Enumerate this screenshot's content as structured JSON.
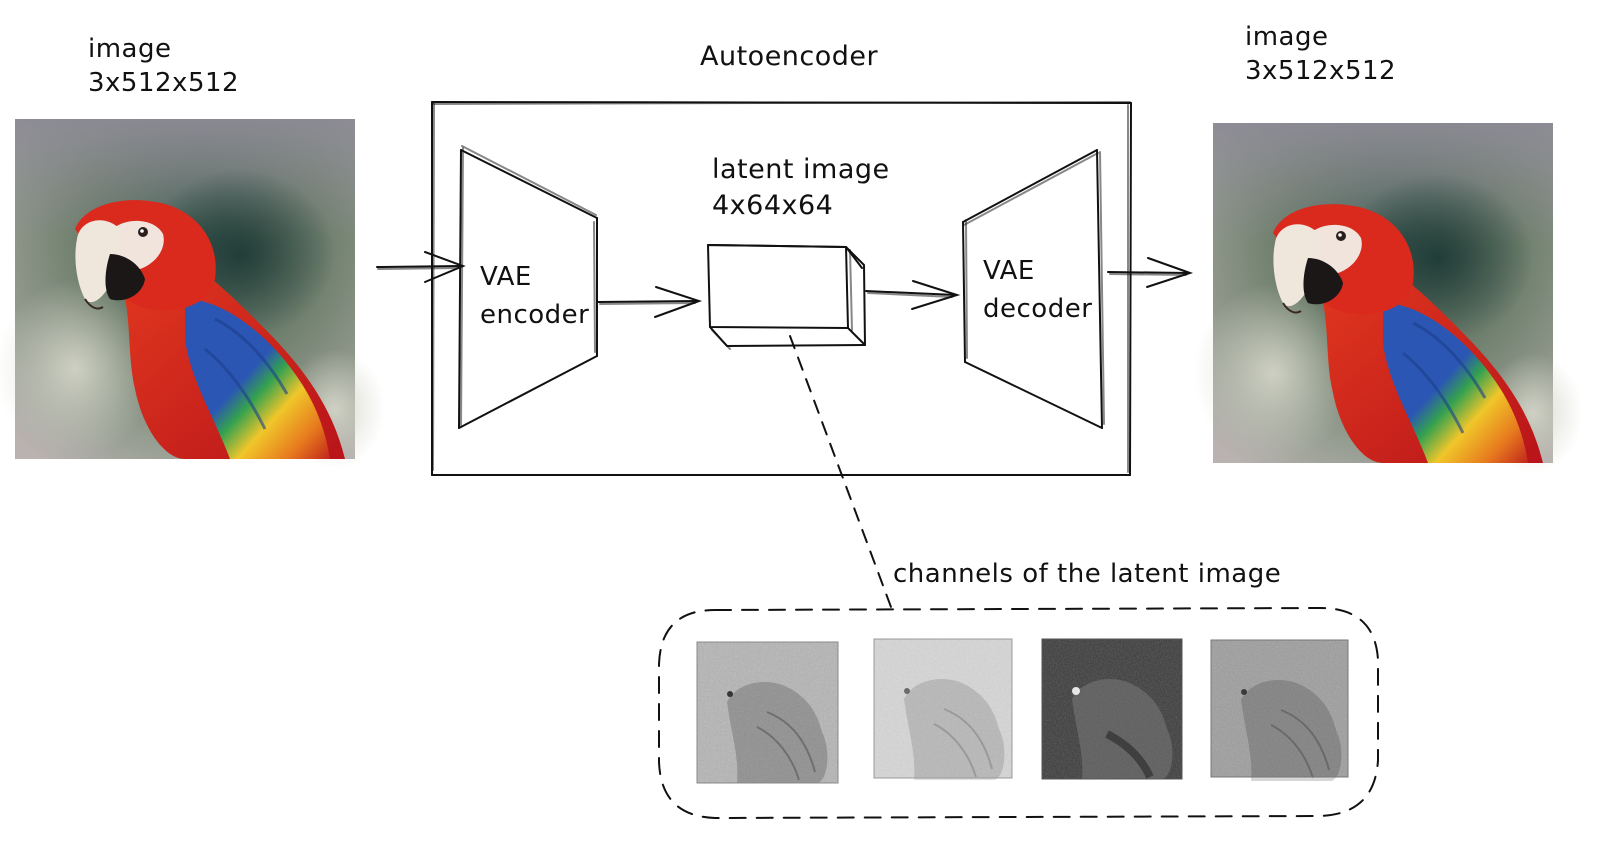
{
  "title": "Autoencoder",
  "input_image": {
    "label": "image",
    "dims": "3x512x512"
  },
  "output_image": {
    "label": "image",
    "dims": "3x512x512"
  },
  "encoder": {
    "line1": "VAE",
    "line2": "encoder"
  },
  "decoder": {
    "line1": "VAE",
    "line2": "decoder"
  },
  "latent": {
    "label": "latent image",
    "dims": "4x64x64"
  },
  "channels": {
    "label": "channels of the latent image",
    "count": 4
  },
  "colors": {
    "stroke": "#111111",
    "parrot_red": "#d3261c",
    "parrot_blue": "#2c58b3",
    "parrot_yellow": "#efc52a",
    "background_blur": "#6b7c6a"
  }
}
